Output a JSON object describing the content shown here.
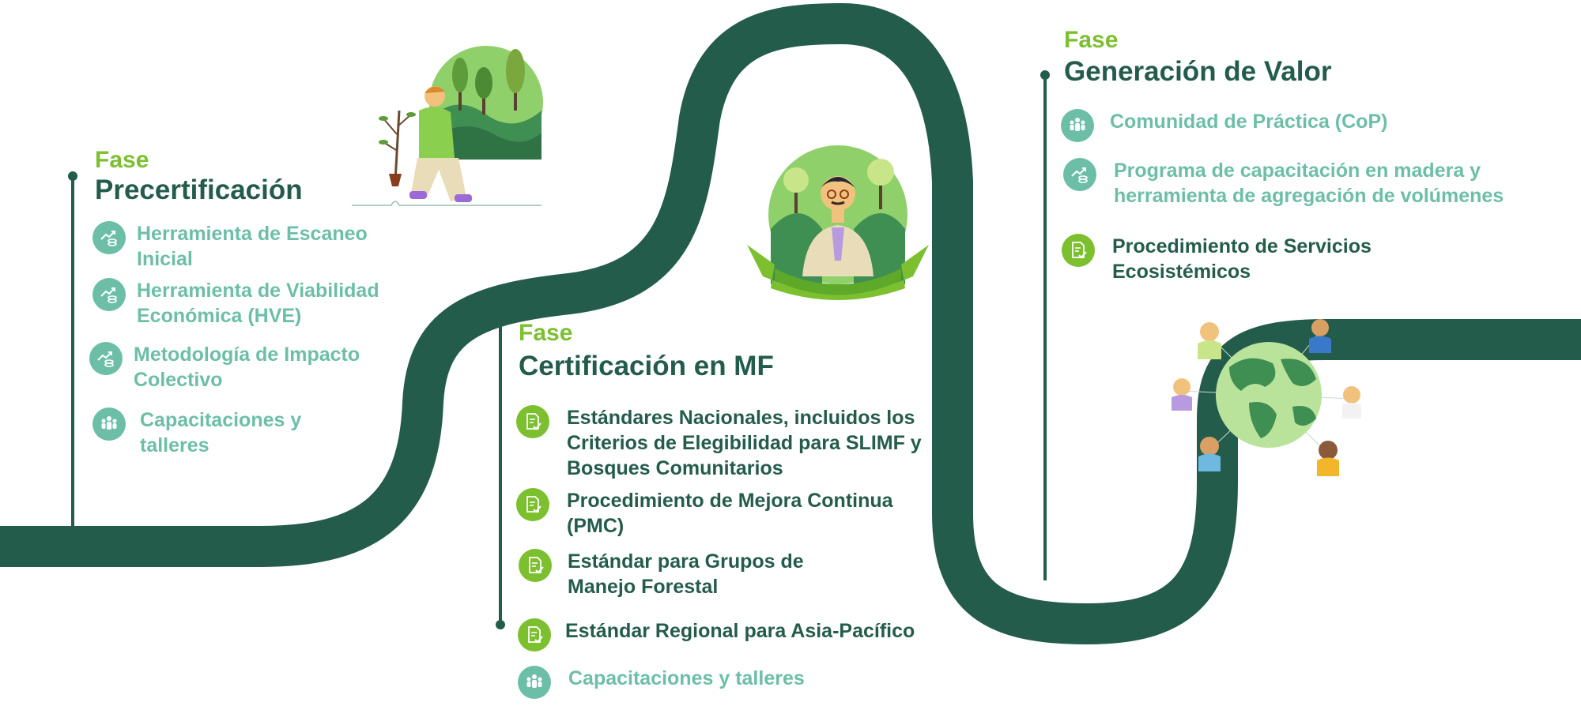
{
  "colors": {
    "road": "#245c4b",
    "phase_label": "#7cc030",
    "phase_title": "#245c4b",
    "item_teal": "#6cbfa6",
    "item_dark": "#245c4b",
    "icon_lime": "#7cc030"
  },
  "phases": [
    {
      "label": "Fase",
      "title": "Precertificación",
      "items": [
        {
          "text": "Herramienta de Escaneo Inicial",
          "icon": "growth-chart-coins-icon"
        },
        {
          "text": "Herramienta de Viabilidad Económica (HVE)",
          "icon": "growth-chart-coins-icon"
        },
        {
          "text": "Metodología de Impacto Colectivo",
          "icon": "growth-chart-coins-icon"
        },
        {
          "text": "Capacitaciones y talleres",
          "icon": "people-group-icon"
        }
      ]
    },
    {
      "label": "Fase",
      "title": "Certificación en MF",
      "items": [
        {
          "text": "Estándares Nacionales, incluidos los Criterios de Elegibilidad para SLIMF y Bosques Comunitarios",
          "icon": "document-check-icon"
        },
        {
          "text": "Procedimiento de Mejora Continua (PMC)",
          "icon": "document-check-icon"
        },
        {
          "text": "Estándar para Grupos de Manejo Forestal",
          "icon": "document-check-icon"
        },
        {
          "text": "Estándar Regional para Asia-Pacífico",
          "icon": "document-check-icon"
        },
        {
          "text": "Capacitaciones y talleres",
          "icon": "people-group-icon"
        }
      ]
    },
    {
      "label": "Fase",
      "title": "Generación de Valor",
      "items": [
        {
          "text": "Comunidad de Práctica (CoP)",
          "icon": "people-group-icon"
        },
        {
          "text": "Programa de capacitación en madera y herramienta de agregación de volúmenes",
          "icon": "growth-chart-coins-icon"
        },
        {
          "text": "Procedimiento de Servicios Ecosistémicos",
          "icon": "document-check-icon"
        }
      ]
    }
  ]
}
